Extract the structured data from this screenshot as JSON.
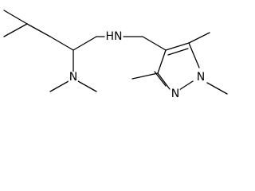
{
  "structure": {
    "atoms": {
      "amine_nh": "HN",
      "dimethylamine_n": "N",
      "pyrazole_n2": "N",
      "pyrazole_n1": "N"
    },
    "colors": {
      "bond": "#000000",
      "label": "#000000",
      "background": "#ffffff"
    }
  }
}
